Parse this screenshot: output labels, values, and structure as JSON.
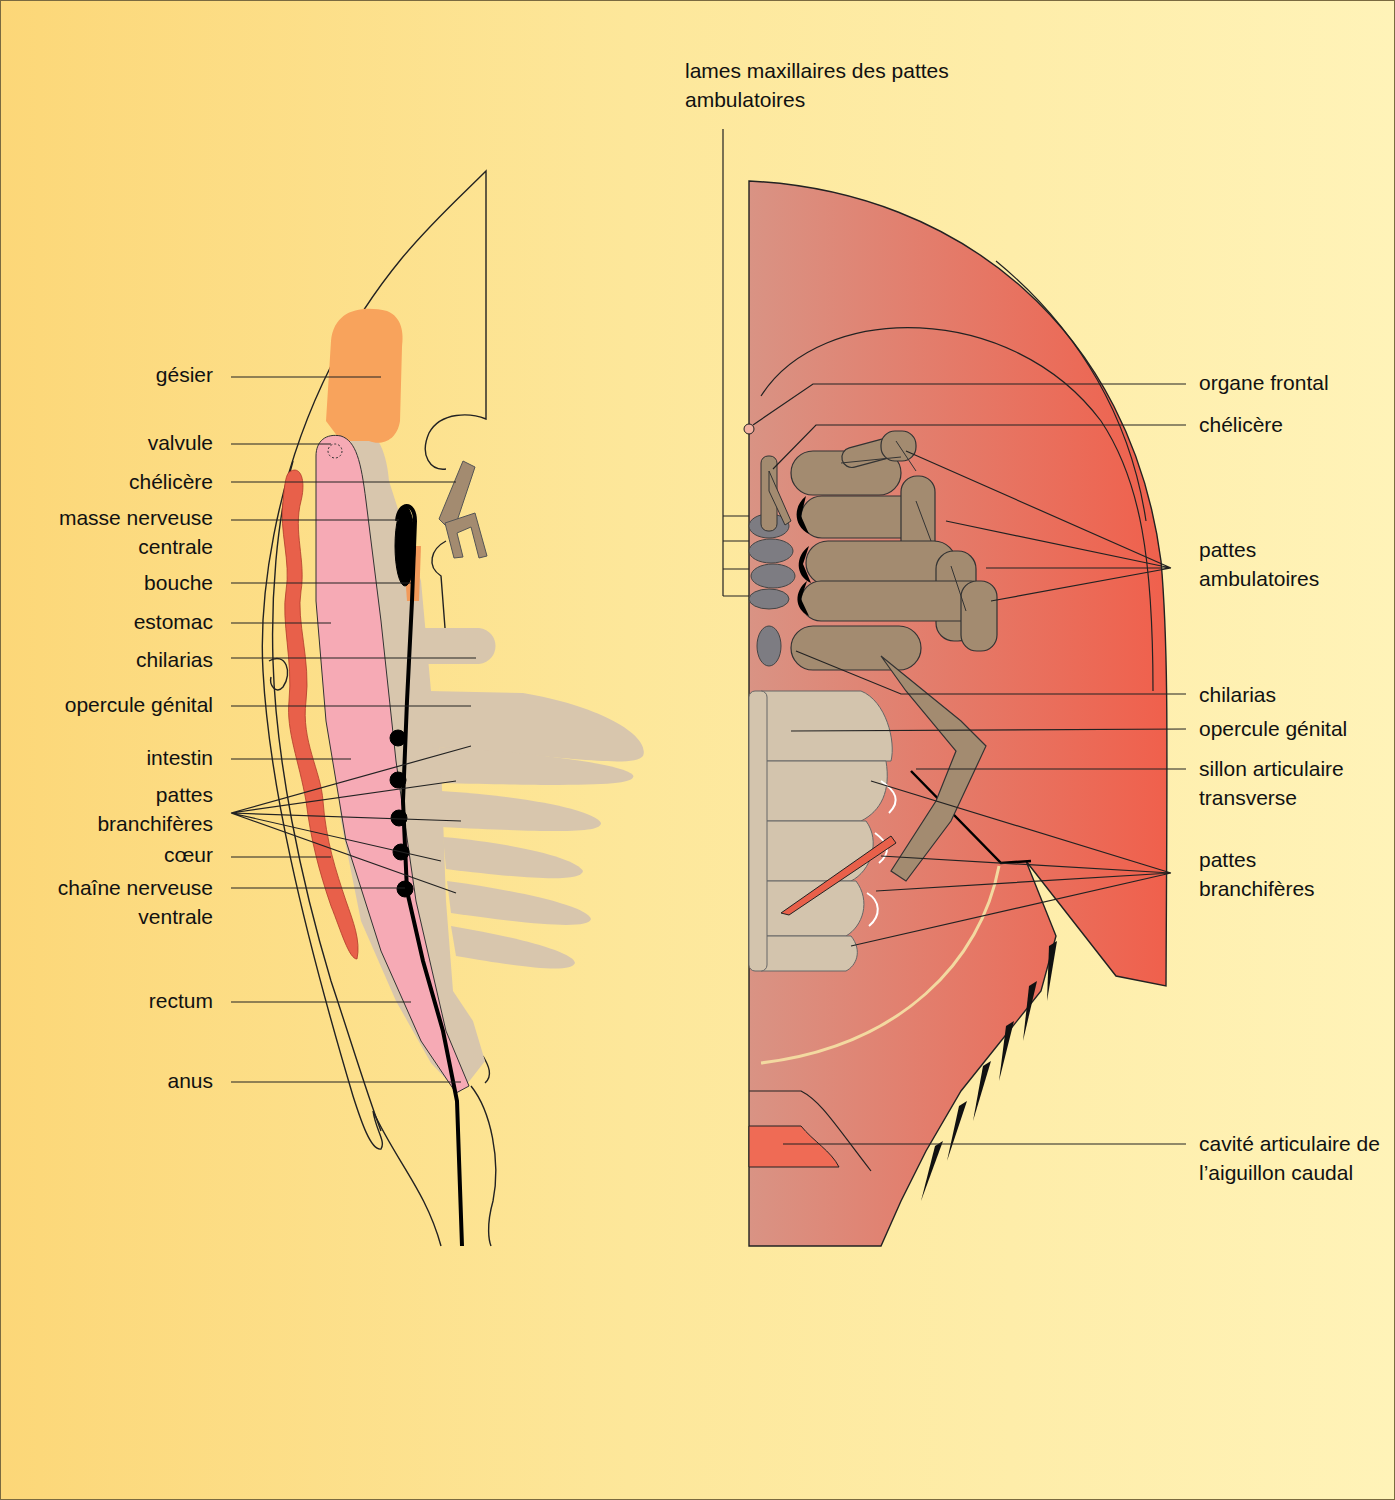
{
  "diagram": {
    "labels": [
      "gésier",
      "valvule",
      "chélicère",
      "masse nerveuse centrale",
      "bouche",
      "estomac",
      "chilarias",
      "opercule génital",
      "intestin",
      "pattes branchifères",
      "cœur",
      "chaîne nerveuse ventrale",
      "rectum",
      "anus",
      "lames maxillaires des pattes ambulatoires",
      "organe frontal",
      "chélicère",
      "pattes ambulatoires",
      "chilarias",
      "opercule génital",
      "sillon articulaire transverse",
      "pattes branchifères",
      "cavité articulaire de l’aiguillon caudal"
    ]
  }
}
